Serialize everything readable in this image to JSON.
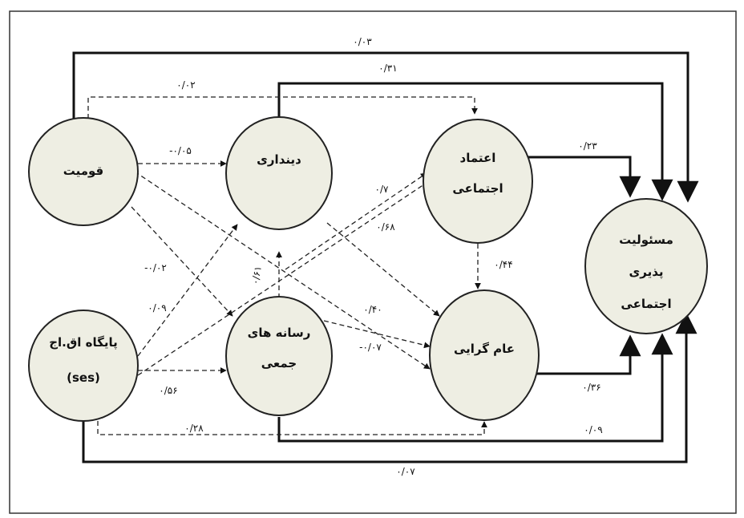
{
  "nodes": {
    "ethnicity": {
      "label": "قومیت"
    },
    "ses": {
      "line1": "پایگاه اق.اج",
      "line2": "(ses)"
    },
    "religiosity": {
      "label": "دینداری"
    },
    "mass_media": {
      "line1": "رسانه های",
      "line2": "جمعی"
    },
    "social_trust": {
      "line1": "اعتماد",
      "line2": "اجتماعی"
    },
    "universalism": {
      "label": "عام گرایی"
    },
    "social_responsibility": {
      "line1": "مسئولیت",
      "line2": "پذیری",
      "line3": "اجتماعی"
    }
  },
  "edges": {
    "ethnicity_responsibility": "۰/۰۳",
    "religiosity_responsibility": "۰/۳۱",
    "ethnicity_trust": "۰/۰۲",
    "ethnicity_religiosity": "-۰/۰۵",
    "trust_responsibility": "۰/۲۳",
    "ethnicity_media": "-۰/۰۲",
    "media_trust": "۰/۷",
    "ses_trust": "۰/۶۸",
    "religiosity_universalism": "۰/۶۱",
    "ses_religiosity": "۰/۰۹",
    "trust_universalism": "۰/۴۴",
    "media_universalism": "۰/۴۰",
    "ethnicity_universalism": "-۰/۰۷",
    "ses_media": "۰/۵۶",
    "universalism_responsibility": "۰/۳۶",
    "ses_universalism": "۰/۲۸",
    "media_responsibility": "۰/۰۹",
    "ses_responsibility": "۰/۰۷"
  }
}
